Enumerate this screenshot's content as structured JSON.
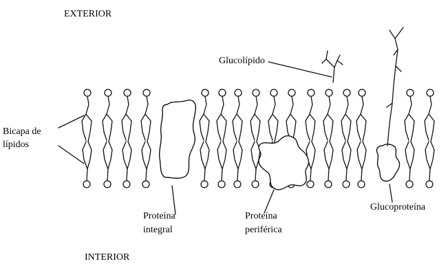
{
  "labels": {
    "exterior": "EXTERIOR",
    "interior": "INTERIOR",
    "bilayer_line1": "Bicapa de",
    "bilayer_line2": "lípidos",
    "glycolipid": "Glucolípido",
    "integral_line1": "Proteína",
    "integral_line2": "integral",
    "peripheral_line1": "Proteína",
    "peripheral_line2": "periférica",
    "glycoprotein": "Glucoproteína"
  },
  "colors": {
    "ink": "#111111",
    "background": "#ffffff"
  }
}
